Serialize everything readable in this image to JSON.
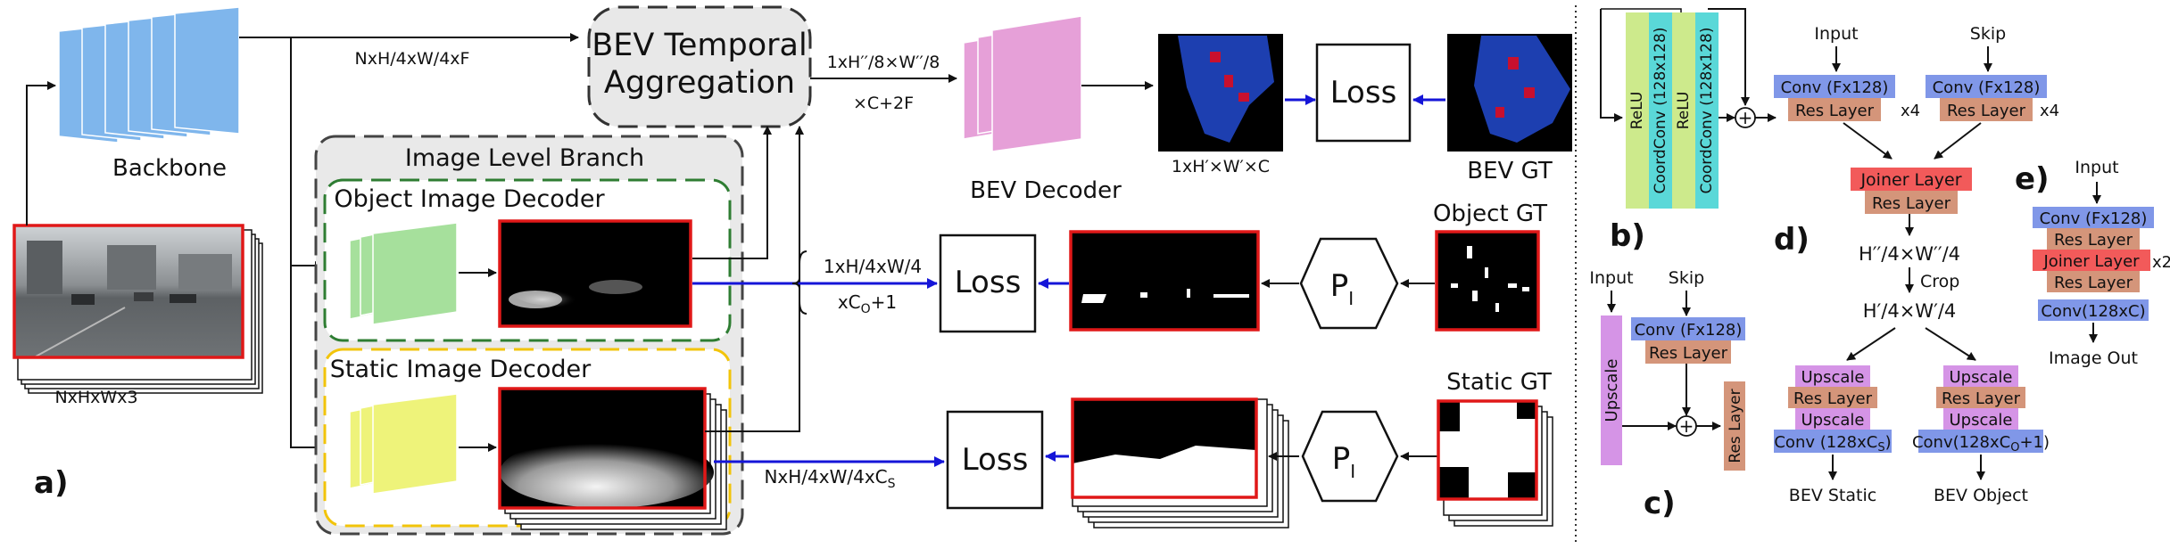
{
  "panel_a": {
    "letter": "a)",
    "backbone": "Backbone",
    "input_dims": "NxHxWx3",
    "feat_dims": "NxH/4xW/4xF",
    "temporal_line1": "BEV Temporal",
    "temporal_line2": "Aggregation",
    "temporal_out_line1": "1xH′′/8×W′′/8",
    "temporal_out_line2": "×C+2F",
    "bev_decoder": "BEV Decoder",
    "bev_out_dims": "1xH′×W′×C",
    "loss": "Loss",
    "bev_gt": "BEV GT",
    "image_level_branch": "Image Level Branch",
    "object_decoder": "Object Image Decoder",
    "static_decoder": "Static Image Decoder",
    "object_out_line1": "1xH/4xW/4",
    "object_out_base": "xC",
    "object_out_sub": "O",
    "object_out_tail": "+1",
    "static_out_base": "NxH/4xW/4xC",
    "static_out_sub": "S",
    "object_gt": "Object GT",
    "static_gt": "Static GT",
    "proj_base": "P",
    "proj_sub": "I"
  },
  "panel_b": {
    "letter": "b)",
    "relu": "ReLU",
    "coordconv": "CoordConv (128x128)",
    "plus": "+"
  },
  "panel_c": {
    "letter": "c)",
    "input": "Input",
    "skip": "Skip",
    "upscale": "Upscale",
    "conv": "Conv (Fx128)",
    "res_layer": "Res Layer"
  },
  "panel_d": {
    "letter": "d)",
    "input": "Input",
    "skip": "Skip",
    "conv": "Conv (Fx128)",
    "res_layer": "Res Layer",
    "x4": "x4",
    "joiner": "Joiner Layer",
    "dims1": "H′′/4×W′′/4",
    "crop": "Crop",
    "dims2": "H′/4×W′/4",
    "upscale": "Upscale",
    "conv_static_base": "Conv (128xC",
    "conv_static_sub": "S",
    "conv_static_tail": ")",
    "conv_object_base": "Conv(128xC",
    "conv_object_sub": "O",
    "conv_object_tail": "+1)",
    "bev_static": "BEV Static",
    "bev_object": "BEV Object"
  },
  "panel_e": {
    "letter": "e)",
    "input": "Input",
    "conv": "Conv (Fx128)",
    "res_layer": "Res Layer",
    "joiner": "Joiner Layer",
    "x2": "x2",
    "conv_out": "Conv(128xC)",
    "image_out": "Image Out"
  },
  "colors": {
    "backbone": "#7fb6ec",
    "bev_decoder": "#e6a0d8",
    "object_decoder": "#a6e09c",
    "static_decoder": "#eef37a",
    "conv_blue": "#8097e8",
    "res_brown": "#d4957a",
    "joiner_red": "#f25a5a",
    "upscale_purple": "#d594e6",
    "relu_green": "#cdea8c",
    "coordconv_cyan": "#5ad8d8",
    "blue_arrow": "#1515d8",
    "red_frame": "#e01818",
    "bev_map_blue": "#1d3fb0",
    "green_dash": "#2e7d32",
    "yellow_dash": "#f2c40a"
  }
}
